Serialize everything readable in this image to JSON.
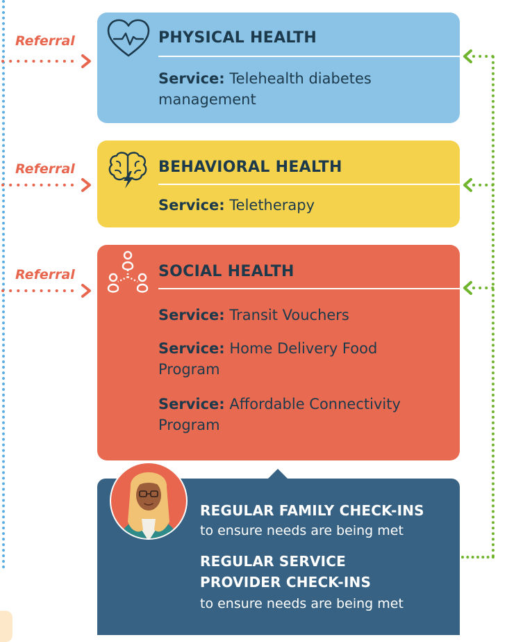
{
  "referral_label": "Referral",
  "colors": {
    "physical": "#8bc3e6",
    "behavioral": "#f4d24b",
    "social": "#e86a50",
    "checkin": "#376283",
    "referral": "#e8654e",
    "feedback": "#6fb42c",
    "timeline": "#5aaee3"
  },
  "cards": {
    "physical": {
      "icon": "heart-pulse-icon",
      "title": "PHYSICAL HEALTH",
      "services": [
        {
          "label": "Service:",
          "text": "Telehealth diabetes management"
        }
      ]
    },
    "behavioral": {
      "icon": "brain-icon",
      "title": "BEHAVIORAL HEALTH",
      "services": [
        {
          "label": "Service:",
          "text": "Teletherapy"
        }
      ]
    },
    "social": {
      "icon": "people-network-icon",
      "title": "SOCIAL HEALTH",
      "services": [
        {
          "label": "Service:",
          "text": "Transit Vouchers"
        },
        {
          "label": "Service:",
          "text": "Home Delivery Food Program"
        },
        {
          "label": "Service:",
          "text": "Affordable Connectivity Program"
        }
      ]
    }
  },
  "checkins": [
    {
      "heading": "REGULAR FAMILY CHECK-INS",
      "subtext": "to ensure needs are being met"
    },
    {
      "heading": "REGULAR SERVICE PROVIDER CHECK-INS",
      "heading_line1": "REGULAR SERVICE",
      "heading_line2": "PROVIDER CHECK-INS",
      "subtext": "to ensure needs are being met"
    }
  ]
}
